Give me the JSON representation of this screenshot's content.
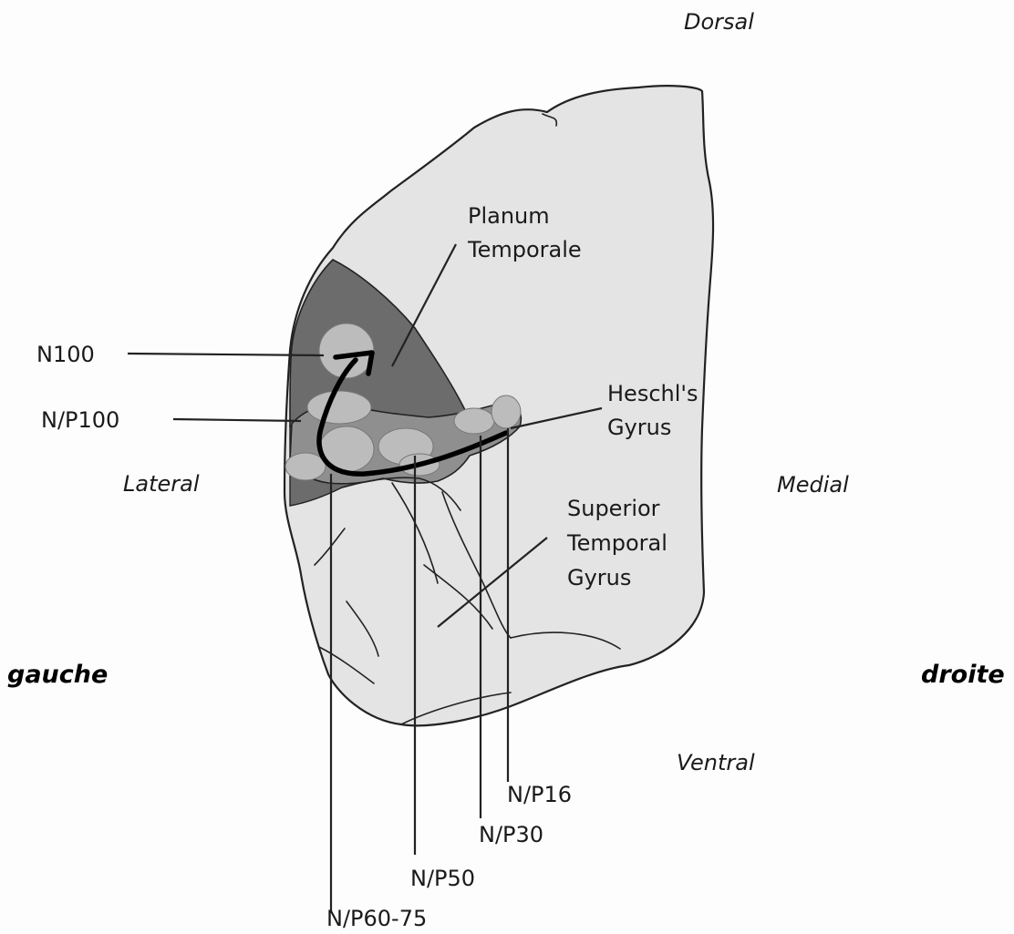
{
  "orientation": {
    "dorsal": "Dorsal",
    "ventral": "Ventral",
    "lateral": "Lateral",
    "medial": "Medial"
  },
  "sides": {
    "left": "gauche",
    "right": "droite"
  },
  "structures": {
    "planum_line1": "Planum",
    "planum_line2": "Temporale",
    "heschl_line1": "Heschl's",
    "heschl_line2": "Gyrus",
    "stg_line1": "Superior",
    "stg_line2": "Temporal",
    "stg_line3": "Gyrus"
  },
  "components": {
    "n100": "N100",
    "np100": "N/P100",
    "np16": "N/P16",
    "np30": "N/P30",
    "np50": "N/P50",
    "np60_75": "N/P60-75"
  },
  "colors": {
    "cortex_fill": "#e4e4e4",
    "planum_fill": "#6c6c6c",
    "gyrus_fill": "#8f8f8f",
    "spot_fill": "#bcbcbc",
    "arrow": "#000000"
  }
}
